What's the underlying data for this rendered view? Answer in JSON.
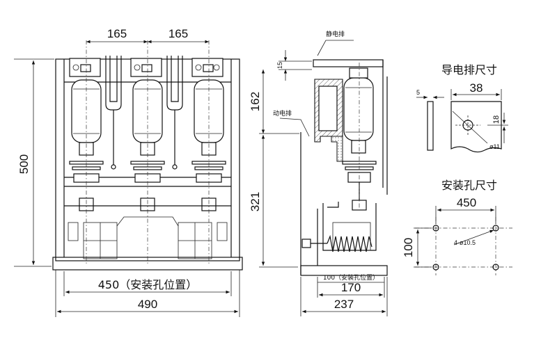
{
  "front_view": {
    "dim_pole_spacing_left": "165",
    "dim_pole_spacing_right": "165",
    "dim_height": "500",
    "dim_mount_hole_spacing": "450（安装孔位置）",
    "dim_overall_width": "490"
  },
  "side_view": {
    "dim_top_offset": "15",
    "dim_upper_height": "162",
    "dim_lower_height": "321",
    "label_static_bar": "静电排",
    "label_moving_bar": "动电排",
    "dim_mount_hole_depth": "100（安装孔位置）",
    "dim_base_depth": "170",
    "dim_overall_depth": "237"
  },
  "busbar_detail": {
    "title": "导电排尺寸",
    "dim_thickness": "5",
    "dim_width": "38",
    "dim_hole_offset": "18",
    "dim_hole_dia": "ø11"
  },
  "mount_holes": {
    "title": "安装孔尺寸",
    "dim_spacing_x": "450",
    "dim_spacing_y": "100",
    "dim_hole_spec": "4-ø10.5"
  }
}
